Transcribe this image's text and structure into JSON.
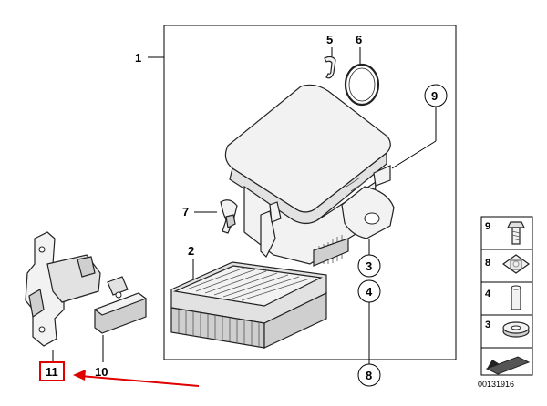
{
  "callouts": {
    "c1": "1",
    "c2": "2",
    "c3": "3",
    "c4": "4",
    "c5": "5",
    "c6": "6",
    "c7": "7",
    "c8": "8",
    "c9": "9",
    "c10": "10",
    "c11": "11"
  },
  "legend": {
    "items": [
      "9",
      "8",
      "4",
      "3"
    ]
  },
  "diagram_code": "00131916",
  "colors": {
    "highlight_box": "#e00000",
    "arrow": "#e00000"
  }
}
